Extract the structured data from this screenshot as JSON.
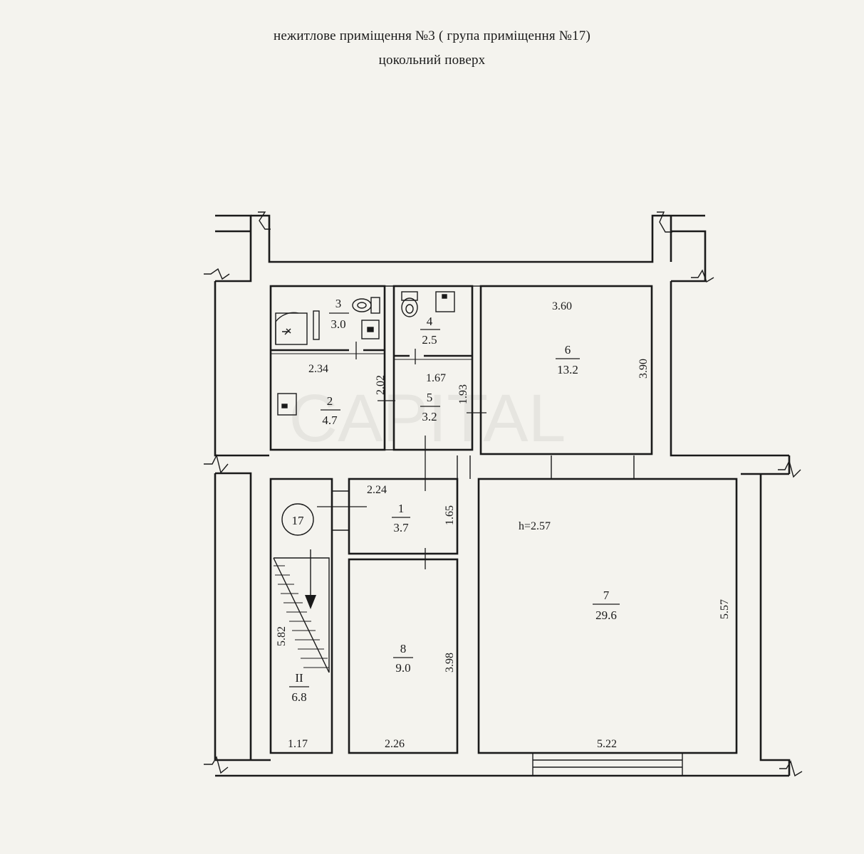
{
  "title": {
    "line1": "нежитлове приміщення №3 ( група приміщення №17)",
    "line2": "цокольний поверх"
  },
  "watermark": "CAPITAL",
  "group_number": "17",
  "ceiling_height": "h=2.57",
  "rooms": [
    {
      "id": "r1",
      "number": "1",
      "area": "3.7"
    },
    {
      "id": "r2",
      "number": "2",
      "area": "4.7"
    },
    {
      "id": "r3",
      "number": "3",
      "area": "3.0"
    },
    {
      "id": "r4",
      "number": "4",
      "area": "2.5"
    },
    {
      "id": "r5",
      "number": "5",
      "area": "3.2"
    },
    {
      "id": "r6",
      "number": "6",
      "area": "13.2"
    },
    {
      "id": "r7",
      "number": "7",
      "area": "29.6"
    },
    {
      "id": "r8",
      "number": "8",
      "area": "9.0"
    },
    {
      "id": "rII",
      "number": "II",
      "area": "6.8"
    }
  ],
  "dimensions": {
    "r2_width": "2.34",
    "r2_height": "2.02",
    "r5_width": "1.67",
    "r5_height": "1.93",
    "r6_width": "3.60",
    "r6_height": "3.90",
    "r1_width": "2.24",
    "r1_height": "1.65",
    "r7_width": "5.22",
    "r7_height": "5.57",
    "r8_width": "2.26",
    "r8_height": "3.98",
    "rII_width": "1.17",
    "rII_height": "5.82"
  }
}
